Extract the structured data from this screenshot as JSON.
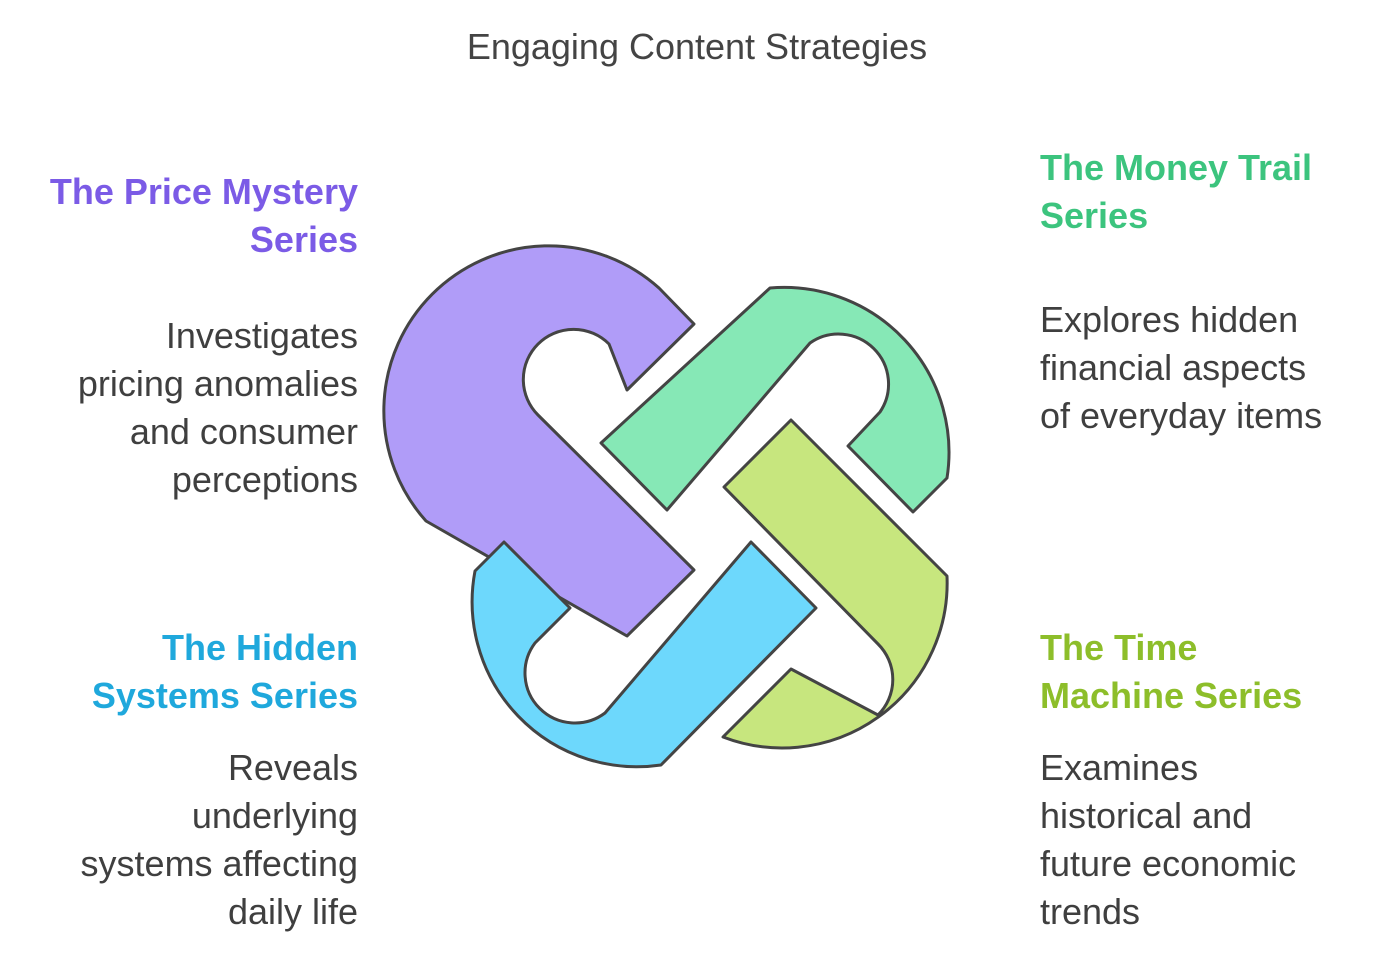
{
  "title": "Engaging Content Strategies",
  "items": [
    {
      "heading_lines": [
        "The Price Mystery",
        "Series"
      ],
      "description_lines": [
        "Investigates",
        "pricing anomalies",
        "and consumer",
        "perceptions"
      ],
      "color": "#7B5BE6",
      "fill": "#B09CF8"
    },
    {
      "heading_lines": [
        "The Money Trail",
        "Series"
      ],
      "description_lines": [
        "Explores hidden",
        "financial aspects",
        "of everyday items"
      ],
      "color": "#3CC47E",
      "fill": "#86E8B6"
    },
    {
      "heading_lines": [
        "The Hidden",
        "Systems Series"
      ],
      "description_lines": [
        "Reveals",
        "underlying",
        "systems affecting",
        "daily life"
      ],
      "color": "#1FA8DC",
      "fill": "#6DD8FC"
    },
    {
      "heading_lines": [
        "The Time",
        "Machine Series"
      ],
      "description_lines": [
        "Examines",
        "historical and",
        "future economic",
        "trends"
      ],
      "color": "#8DBE2A",
      "fill": "#C7E67E"
    }
  ],
  "stroke_color": "#444444"
}
